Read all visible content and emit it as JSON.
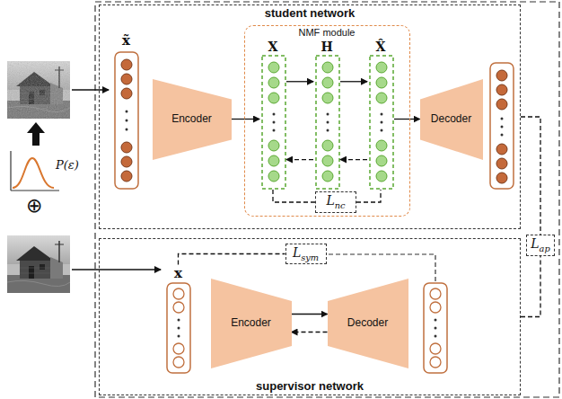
{
  "diagram": {
    "nodes": [
      {
        "text": [
          "student network"
        ]
      },
      {
        "text": [
          "x̃"
        ],
        "in": 0
      },
      {
        "text": [
          "Encoder"
        ],
        "in": 0
      },
      {
        "text": [
          "NMF module"
        ],
        "in": 0
      },
      {
        "text": [
          "X"
        ],
        "in": 3
      },
      {
        "text": [
          "H"
        ],
        "in": 3
      },
      {
        "text": [
          "X̂"
        ],
        "in": 3
      },
      {
        "text": [
          "Lnc"
        ],
        "in": 3
      },
      {
        "text": [
          "Decoder"
        ],
        "in": 0
      },
      {
        "text": [
          "supervisor network"
        ]
      },
      {
        "text": [
          "x"
        ],
        "in": 9
      },
      {
        "text": [
          "Encoder"
        ],
        "in": 9
      },
      {
        "text": [
          "Decoder"
        ],
        "in": 9
      },
      {
        "text": [
          "Lsym"
        ],
        "in": 9
      },
      {
        "text": [
          "Lap"
        ]
      }
    ],
    "edges": [
      {
        "from": 2,
        "to": 4,
        "arrow": "to"
      },
      {
        "from": 4,
        "to": 5,
        "arrow": "to"
      },
      {
        "from": 5,
        "to": 6,
        "arrow": "to"
      },
      {
        "from": 5,
        "to": 4,
        "arrow": "to"
      },
      {
        "from": 6,
        "to": 5,
        "arrow": "to"
      },
      {
        "from": 4,
        "to": 7,
        "arrow": "none"
      },
      {
        "from": 7,
        "to": 6,
        "arrow": "none"
      },
      {
        "from": 6,
        "to": 8,
        "arrow": "to"
      },
      {
        "from": 11,
        "to": 12,
        "arrow": "to"
      },
      {
        "from": 12,
        "to": 11,
        "arrow": "to"
      },
      {
        "from": 10,
        "to": 13,
        "arrow": "none"
      },
      {
        "from": 0,
        "to": 14,
        "arrow": "none"
      },
      {
        "from": 9,
        "to": 14,
        "arrow": "none"
      }
    ],
    "labels": [
      "P(ε)",
      "⊕"
    ]
  }
}
